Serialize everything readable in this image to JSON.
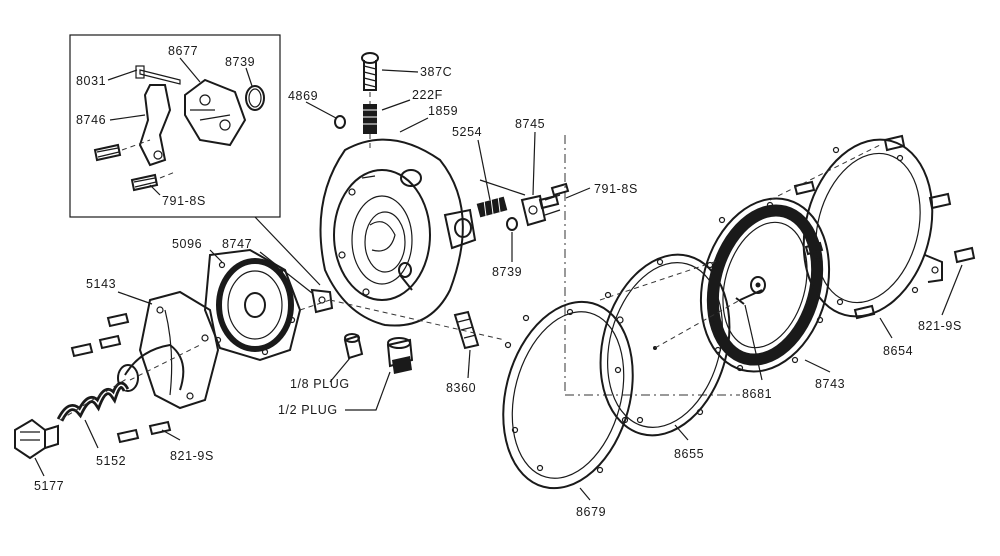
{
  "diagram": {
    "labels": {
      "p387c": "387C",
      "p222f": "222F",
      "p1859": "1859",
      "p4869": "4869",
      "p8031": "8031",
      "p8677": "8677",
      "p8739a": "8739",
      "p8746": "8746",
      "p791a": "791-8S",
      "p5254": "5254",
      "p8745": "8745",
      "p791b": "791-8S",
      "p8739b": "8739",
      "p5096": "5096",
      "p8747": "8747",
      "p5143": "5143",
      "plug18": "1/8 PLUG",
      "plug12": "1/2 PLUG",
      "p8360": "8360",
      "p5152": "5152",
      "p5177": "5177",
      "p821a": "821-9S",
      "p8679": "8679",
      "p8655": "8655",
      "p8681": "8681",
      "p8743": "8743",
      "p8654": "8654",
      "p821b": "821-9S"
    }
  }
}
